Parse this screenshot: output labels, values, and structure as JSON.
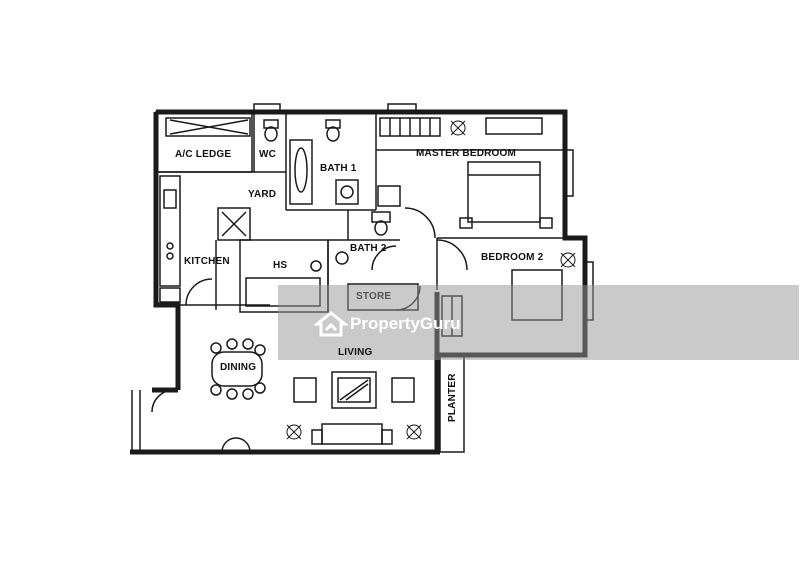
{
  "rooms": {
    "ac_ledge": "A/C LEDGE",
    "wc": "WC",
    "bath1": "BATH 1",
    "master_bedroom": "MASTER BEDROOM",
    "yard": "YARD",
    "kitchen": "KITCHEN",
    "hs": "HS",
    "bath2": "BATH 2",
    "bedroom2": "BEDROOM 2",
    "store": "STORE",
    "living": "LIVING",
    "dining": "DINING",
    "planter": "PLANTER"
  },
  "watermark": {
    "text": "PropertyGuru",
    "logo_icon": "propertyguru-house-logo-icon"
  },
  "colors": {
    "wall": "#1a1a1a",
    "watermark_band": "#969696",
    "watermark_text": "#ffffff"
  }
}
